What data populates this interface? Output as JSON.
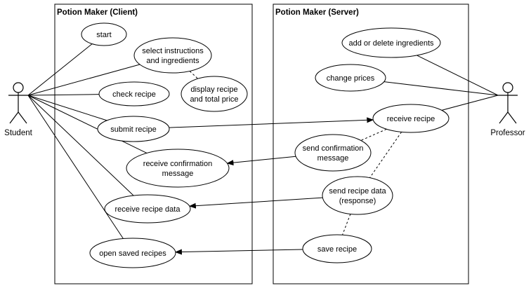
{
  "systems": [
    {
      "id": "client",
      "title": "Potion Maker (Client)"
    },
    {
      "id": "server",
      "title": "Potion Maker (Server)"
    }
  ],
  "actors": [
    {
      "id": "student",
      "label": "Student"
    },
    {
      "id": "professor",
      "label": "Professor"
    }
  ],
  "use_cases": [
    {
      "id": "start",
      "lines": [
        "start"
      ]
    },
    {
      "id": "select",
      "lines": [
        "select instructions",
        "and ingredients"
      ]
    },
    {
      "id": "display",
      "lines": [
        "display recipe",
        "and total price"
      ]
    },
    {
      "id": "check",
      "lines": [
        "check recipe"
      ]
    },
    {
      "id": "submit",
      "lines": [
        "submit recipe"
      ]
    },
    {
      "id": "receive_conf",
      "lines": [
        "receive confirmation",
        "message"
      ]
    },
    {
      "id": "receive_data",
      "lines": [
        "receive recipe data"
      ]
    },
    {
      "id": "open_saved",
      "lines": [
        "open saved recipes"
      ]
    },
    {
      "id": "add_delete",
      "lines": [
        "add or delete ingredients"
      ]
    },
    {
      "id": "change_prices",
      "lines": [
        "change prices"
      ]
    },
    {
      "id": "receive_recipe",
      "lines": [
        "receive recipe"
      ]
    },
    {
      "id": "send_conf",
      "lines": [
        "send confirmation",
        "message"
      ]
    },
    {
      "id": "send_data",
      "lines": [
        "send recipe data",
        "(response)"
      ]
    },
    {
      "id": "save",
      "lines": [
        "save recipe"
      ]
    }
  ],
  "associations": [
    [
      "student",
      "start"
    ],
    [
      "student",
      "select"
    ],
    [
      "student",
      "check"
    ],
    [
      "student",
      "submit"
    ],
    [
      "student",
      "receive_conf"
    ],
    [
      "student",
      "receive_data"
    ],
    [
      "student",
      "open_saved"
    ],
    [
      "professor",
      "add_delete"
    ],
    [
      "professor",
      "change_prices"
    ],
    [
      "professor",
      "receive_recipe"
    ]
  ],
  "dependencies": [
    [
      "select",
      "display"
    ],
    [
      "receive_recipe",
      "send_conf"
    ],
    [
      "receive_recipe",
      "send_data"
    ],
    [
      "send_data",
      "save"
    ]
  ],
  "messages": [
    [
      "submit",
      "receive_recipe"
    ],
    [
      "send_conf",
      "receive_conf"
    ],
    [
      "send_data",
      "receive_data"
    ],
    [
      "save",
      "open_saved"
    ]
  ]
}
